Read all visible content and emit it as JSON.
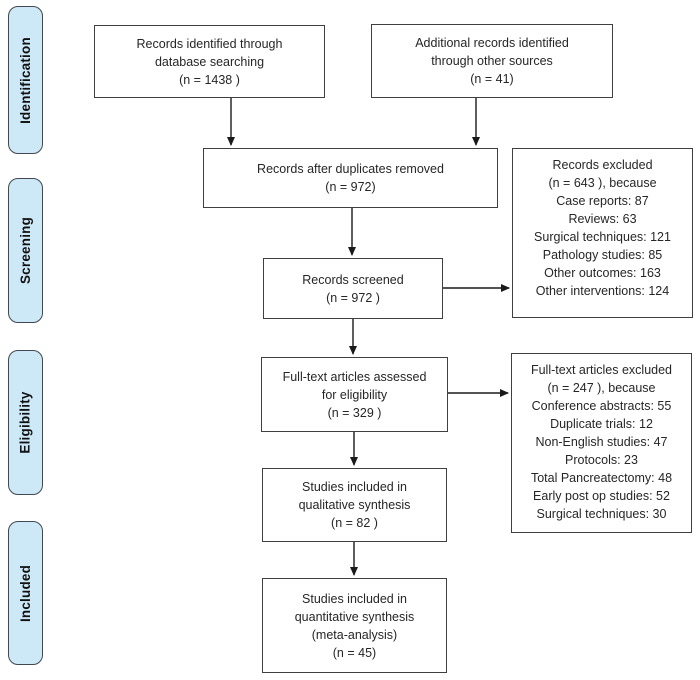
{
  "stages": [
    {
      "label": "Identification"
    },
    {
      "label": "Screening"
    },
    {
      "label": "Eligibility"
    },
    {
      "label": "Included"
    }
  ],
  "boxes": [
    {
      "name": "records-identified-database",
      "text": "Records identified through\ndatabase searching\n(n =  1438 )"
    },
    {
      "name": "additional-records-other-sources",
      "text": "Additional records identified\nthrough other sources\n(n =   41)"
    },
    {
      "name": "records-after-duplicates-removed",
      "text": "Records after duplicates removed\n(n =   972)"
    },
    {
      "name": "records-screened",
      "text": "Records screened\n(n =  972 )"
    },
    {
      "name": "records-excluded",
      "text": "Records excluded\n(n = 643  ), because\nCase reports: 87\nReviews: 63\nSurgical techniques: 121\nPathology studies: 85\nOther outcomes: 163\nOther interventions: 124"
    },
    {
      "name": "full-text-articles-assessed",
      "text": "Full-text articles assessed\nfor eligibility\n(n = 329  )"
    },
    {
      "name": "full-text-articles-excluded",
      "text": "Full-text articles excluded\n(n = 247 ), because\nConference abstracts: 55\nDuplicate trials: 12\nNon-English studies: 47\nProtocols: 23\nTotal Pancreatectomy: 48\nEarly post op studies: 52\nSurgical techniques: 30"
    },
    {
      "name": "qualitative-synthesis",
      "text": "Studies included in\nqualitative synthesis\n(n = 82 )"
    },
    {
      "name": "quantitative-synthesis",
      "text": "Studies included in\nquantitative synthesis\n(meta-analysis)\n(n = 45)"
    }
  ],
  "colors": {
    "stage_fill": "#cde9f8",
    "stage_border": "#41484f",
    "box_border": "#3f3f3f",
    "box_fill": "#ffffff",
    "arrow": "#1a1a1a",
    "text": "#262626",
    "background": "#ffffff"
  }
}
